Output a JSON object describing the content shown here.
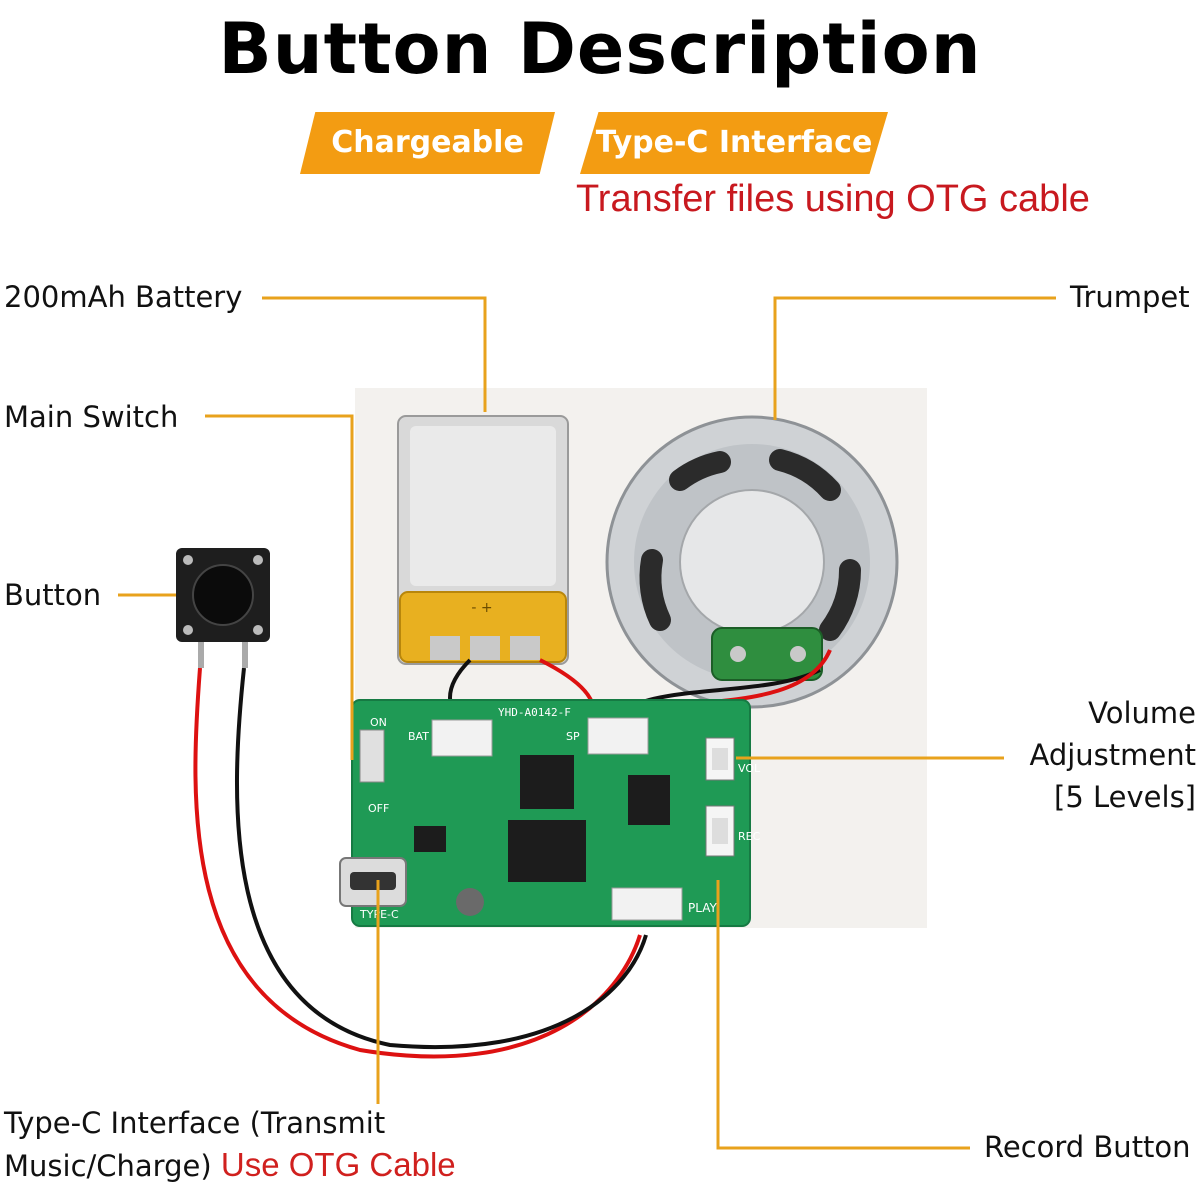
{
  "header": {
    "title": "Button Description",
    "tags": [
      "Chargeable",
      "Type-C Interface"
    ],
    "otg_note": "Transfer files using OTG cable"
  },
  "labels": {
    "battery": "200mAh Battery",
    "main_switch": "Main Switch",
    "button": "Button",
    "trumpet": "Trumpet",
    "volume_line1": "Volume",
    "volume_line2": "Adjustment",
    "volume_line3": "[5 Levels]",
    "typec_line1": "Type-C Interface (Transmit",
    "typec_line2": "Music/Charge)",
    "typec_otg": "Use OTG Cable",
    "record": "Record Button"
  },
  "board_silkscreen": {
    "model": "YHD-A0142-F",
    "bat": "BAT",
    "sp": "SP",
    "on": "ON",
    "off": "OFF",
    "play": "PLAY",
    "rec": "REC",
    "typec": "TYPE-C",
    "vol": "VOL"
  },
  "colors": {
    "leader": "#e8a21c",
    "tag": "#f39c12",
    "accent_red": "#c8191f",
    "pcb": "#1f9a55"
  }
}
